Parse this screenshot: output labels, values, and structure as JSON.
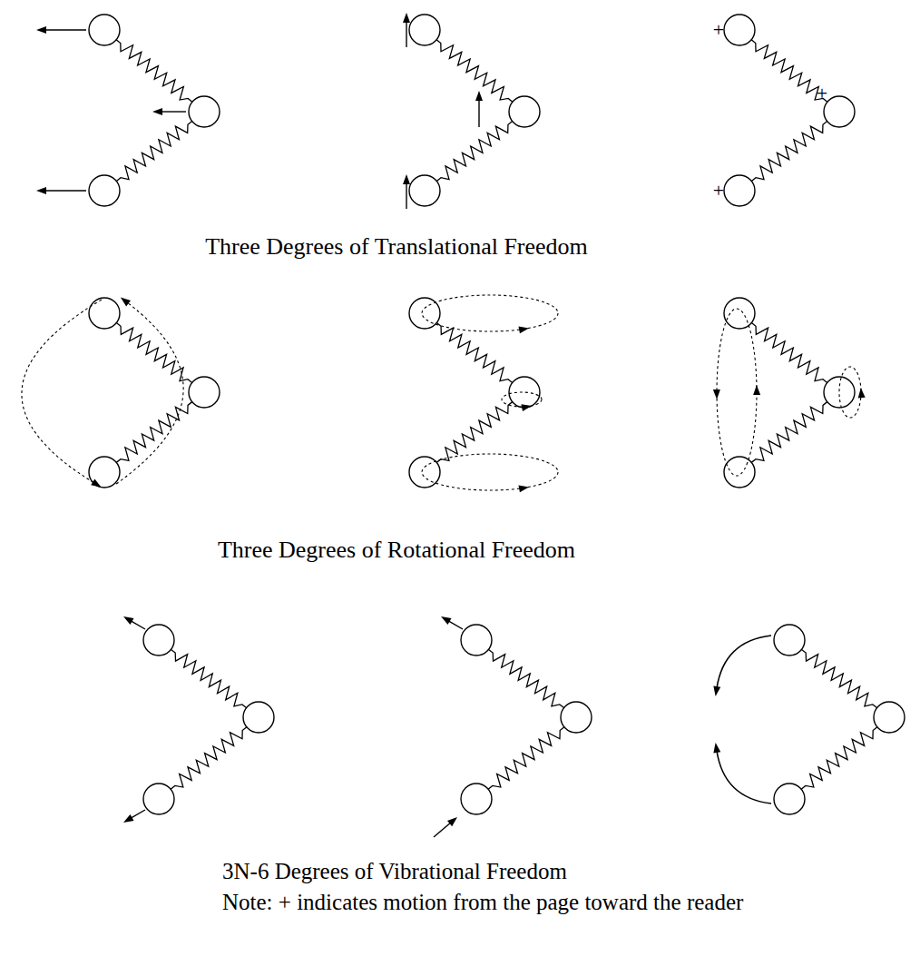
{
  "diagram": {
    "labels": [
      "+",
      "+",
      "+",
      "Three Degrees of Translational Freedom",
      "Three Degrees of Rotational Freedom",
      "3N-6 Degrees of Vibrational Freedom",
      "Note: + indicates motion from the page toward the reader"
    ]
  }
}
